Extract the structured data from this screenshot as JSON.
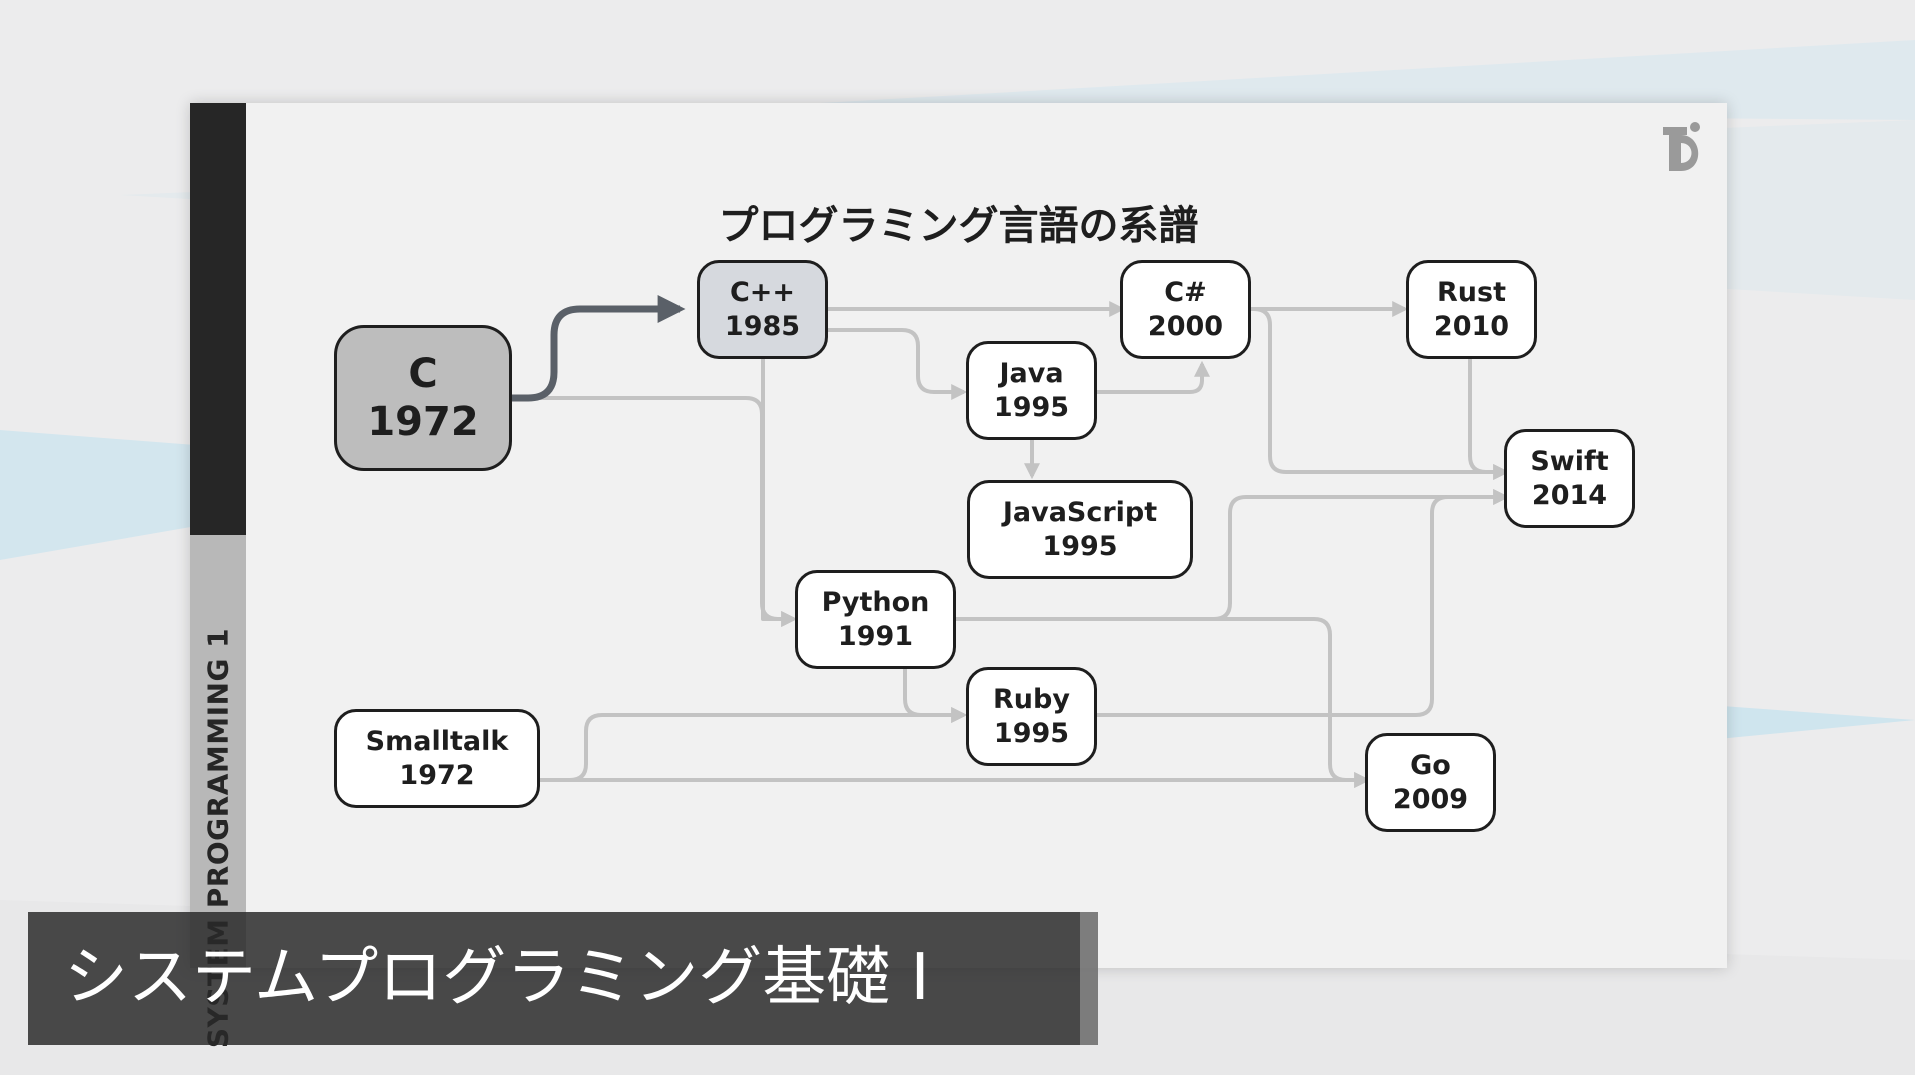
{
  "slide": {
    "side_label": "SYSTEM PROGRAMMING 1",
    "title": "プログラミング言語の系譜"
  },
  "nodes": {
    "c": {
      "name": "C",
      "year": "1972"
    },
    "cpp": {
      "name": "C++",
      "year": "1985"
    },
    "csharp": {
      "name": "C#",
      "year": "2000"
    },
    "rust": {
      "name": "Rust",
      "year": "2010"
    },
    "java": {
      "name": "Java",
      "year": "1995"
    },
    "javascript": {
      "name": "JavaScript",
      "year": "1995"
    },
    "swift": {
      "name": "Swift",
      "year": "2014"
    },
    "python": {
      "name": "Python",
      "year": "1991"
    },
    "ruby": {
      "name": "Ruby",
      "year": "1995"
    },
    "smalltalk": {
      "name": "Smalltalk",
      "year": "1972"
    },
    "go": {
      "name": "Go",
      "year": "2009"
    }
  },
  "edges": [
    {
      "from": "C",
      "to": "C++",
      "emphasis": true
    },
    {
      "from": "C",
      "to": "Python"
    },
    {
      "from": "C++",
      "to": "C#"
    },
    {
      "from": "C++",
      "to": "Java"
    },
    {
      "from": "C++",
      "to": "Python"
    },
    {
      "from": "Java",
      "to": "C#"
    },
    {
      "from": "Java",
      "to": "JavaScript"
    },
    {
      "from": "C#",
      "to": "Rust"
    },
    {
      "from": "C#",
      "to": "Swift"
    },
    {
      "from": "Rust",
      "to": "Swift"
    },
    {
      "from": "Python",
      "to": "Swift"
    },
    {
      "from": "Python",
      "to": "Ruby"
    },
    {
      "from": "Python",
      "to": "Go"
    },
    {
      "from": "Ruby",
      "to": "Swift"
    },
    {
      "from": "Smalltalk",
      "to": "Ruby"
    },
    {
      "from": "Smalltalk",
      "to": "Go"
    }
  ],
  "caption": {
    "text": "システムプログラミング基礎 I"
  },
  "colors": {
    "edge": "#c3c3c3",
    "edge_emphasis": "#5a6068",
    "node_border": "#1e1e1e",
    "node_c_fill": "#bdbdbd",
    "node_cpp_fill": "#d6d9de"
  }
}
